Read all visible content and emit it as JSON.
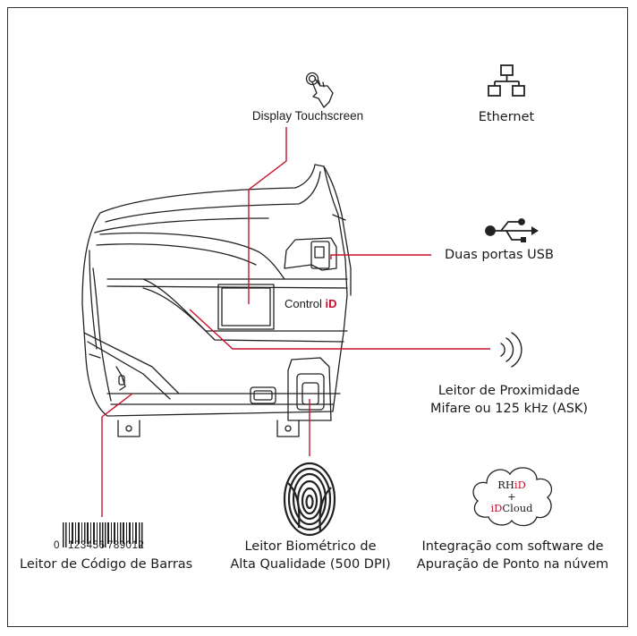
{
  "labels": {
    "display": "Display Touchscreen",
    "ethernet": "Ethernet",
    "usb": "Duas portas USB",
    "proximity_line1": "Leitor de Proximidade",
    "proximity_line2": "Mifare ou 125 kHz (ASK)",
    "biometric_line1": "Leitor Biométrico de",
    "biometric_line2": "Alta Qualidade (500 DPI)",
    "integration_line1": "Integração com software de",
    "integration_line2": "Apuração de Ponto na núvem",
    "barcode": "Leitor de Código de Barras"
  },
  "device_brand": {
    "prefix": "Control ",
    "accent": "iD"
  },
  "cloud": {
    "line1_prefix": "RH",
    "line1_accent": "iD",
    "line2": "+",
    "line3_accent": "iD",
    "line3_suffix": "Cloud"
  },
  "barcode_digits": {
    "first": "0",
    "group1": "123456",
    "group2": "789012"
  },
  "colors": {
    "callout_line": "#c8102e",
    "outline": "#222222",
    "accent": "#c8102e"
  },
  "icons": [
    "touch-hand-icon",
    "ethernet-network-icon",
    "usb-icon",
    "proximity-wave-icon",
    "fingerprint-icon",
    "cloud-icon",
    "barcode-icon"
  ]
}
